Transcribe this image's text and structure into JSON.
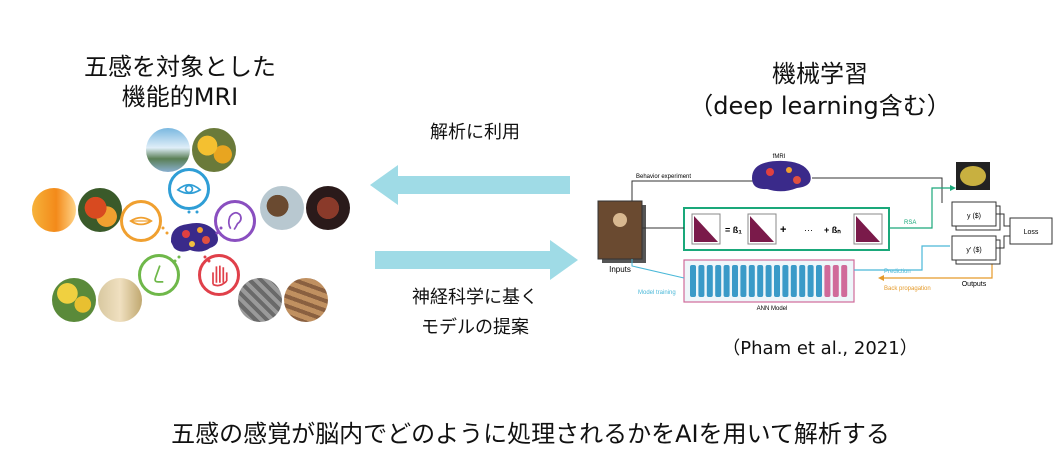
{
  "left_title": {
    "line1": "五感を対象とした",
    "line2": "機能的MRI"
  },
  "right_title": {
    "line1": "機械学習",
    "line2": "（deep learning含む）"
  },
  "arrow_labels": {
    "top": "解析に利用",
    "bottom_line1": "神経科学に基く",
    "bottom_line2": "モデルの提案"
  },
  "citation": "（Pham et al., 2021）",
  "bottom_text": "五感の感覚が脳内でどのように処理されるかをAIを用いて解析する",
  "model_diagram": {
    "behavior_label": "Behavior experiment",
    "fmri_label": "fMRI",
    "inputs_label": "Inputs",
    "rsa_label": "RSA",
    "beta1": "= ß₁",
    "plus1": "+",
    "ellipsis": "···",
    "betan": "+ ßₙ",
    "y_label": "y ($)",
    "yprime_label": "y' ($)",
    "loss_label": "Loss",
    "prediction_label": "Prediction",
    "model_training_label": "Model training",
    "back_prop_label": "Back propagation",
    "ann_model_label": "ANN Model",
    "outputs_label": "Outputs"
  },
  "colors": {
    "arrow": "#9fdbe6",
    "green": "#1aa87a",
    "cyan": "#4ab8d8",
    "pink": "#d06a9a",
    "orange": "#e59a2a",
    "sense_blue": "#2f9ed6",
    "sense_purple": "#8a4fc0",
    "sense_green": "#6fb84a",
    "sense_red": "#e0404a",
    "sense_orange": "#f0a030"
  }
}
